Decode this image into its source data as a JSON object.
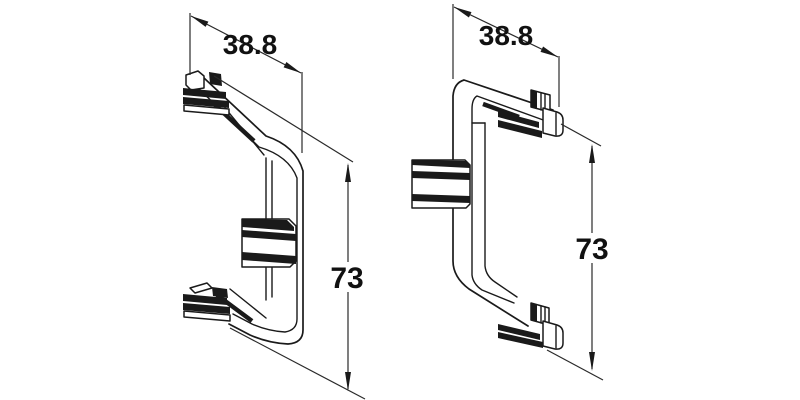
{
  "diagram": {
    "kind": "technical-drawing",
    "description": "Two plinth end caps shown in isometric line-art with dimensions",
    "colors": {
      "line": "#1a1a1a",
      "background": "#ffffff"
    },
    "parts": [
      {
        "id": "left-end-cap",
        "width_mm": "38.8",
        "height_mm": "73"
      },
      {
        "id": "right-end-cap",
        "width_mm": "38.8",
        "height_mm": "73"
      }
    ],
    "labels": {
      "left_width": "38.8",
      "left_height": "73",
      "right_width": "38.8",
      "right_height": "73"
    }
  }
}
